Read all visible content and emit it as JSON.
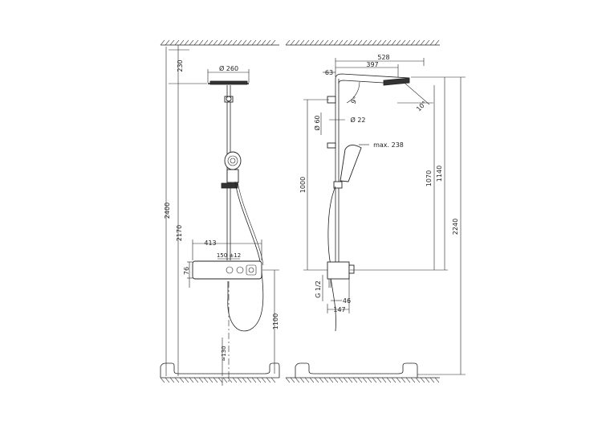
{
  "front_view": {
    "dim_230": "230",
    "dim_diam_260": "Ø 260",
    "dim_2400": "2400",
    "dim_2170": "2170",
    "dim_413": "413",
    "dim_150": "150 ±12",
    "dim_76": "76",
    "dim_1100": "1100",
    "dim_130": "≈130"
  },
  "side_view": {
    "dim_528": "528",
    "dim_397": "397",
    "dim_63": "63",
    "dim_9deg": "9°",
    "dim_10deg": "10°",
    "dim_diam_60": "Ø 60",
    "dim_diam_22": "Ø 22",
    "dim_max238": "max. 238",
    "dim_1000": "1000",
    "dim_1070": "1070",
    "dim_1140": "1140",
    "dim_2240": "2240",
    "dim_g12": "G 1/2",
    "dim_46": "46",
    "dim_147": "147"
  }
}
